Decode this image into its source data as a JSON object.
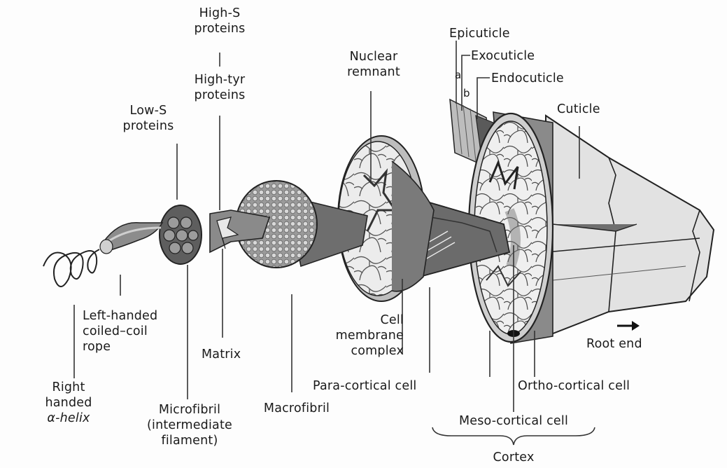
{
  "labels": {
    "high_s": [
      "High-S",
      "proteins"
    ],
    "high_tyr": [
      "High-tyr",
      "proteins"
    ],
    "low_s": [
      "Low-S",
      "proteins"
    ],
    "nuclear_remnant": [
      "Nuclear",
      "remnant"
    ],
    "epicuticle": "Epicuticle",
    "exocuticle": "Exocuticle",
    "endocuticle": "Endocuticle",
    "a": "a",
    "b": "b",
    "cuticle": "Cuticle",
    "left_handed": [
      "Left-handed",
      "coiled–coil",
      "rope"
    ],
    "right_handed": [
      "Right",
      "handed",
      "α-helix"
    ],
    "matrix": "Matrix",
    "microfibril": [
      "Microfibril",
      "(intermediate",
      "filament)"
    ],
    "macrofibril": "Macrofibril",
    "cell_membrane": [
      "Cell",
      "membrane",
      "complex"
    ],
    "para_cortical": "Para-cortical cell",
    "ortho_cortical": "Ortho-cortical cell",
    "meso_cortical": "Meso-cortical cell",
    "cortex": "Cortex",
    "root_end": "Root end"
  }
}
